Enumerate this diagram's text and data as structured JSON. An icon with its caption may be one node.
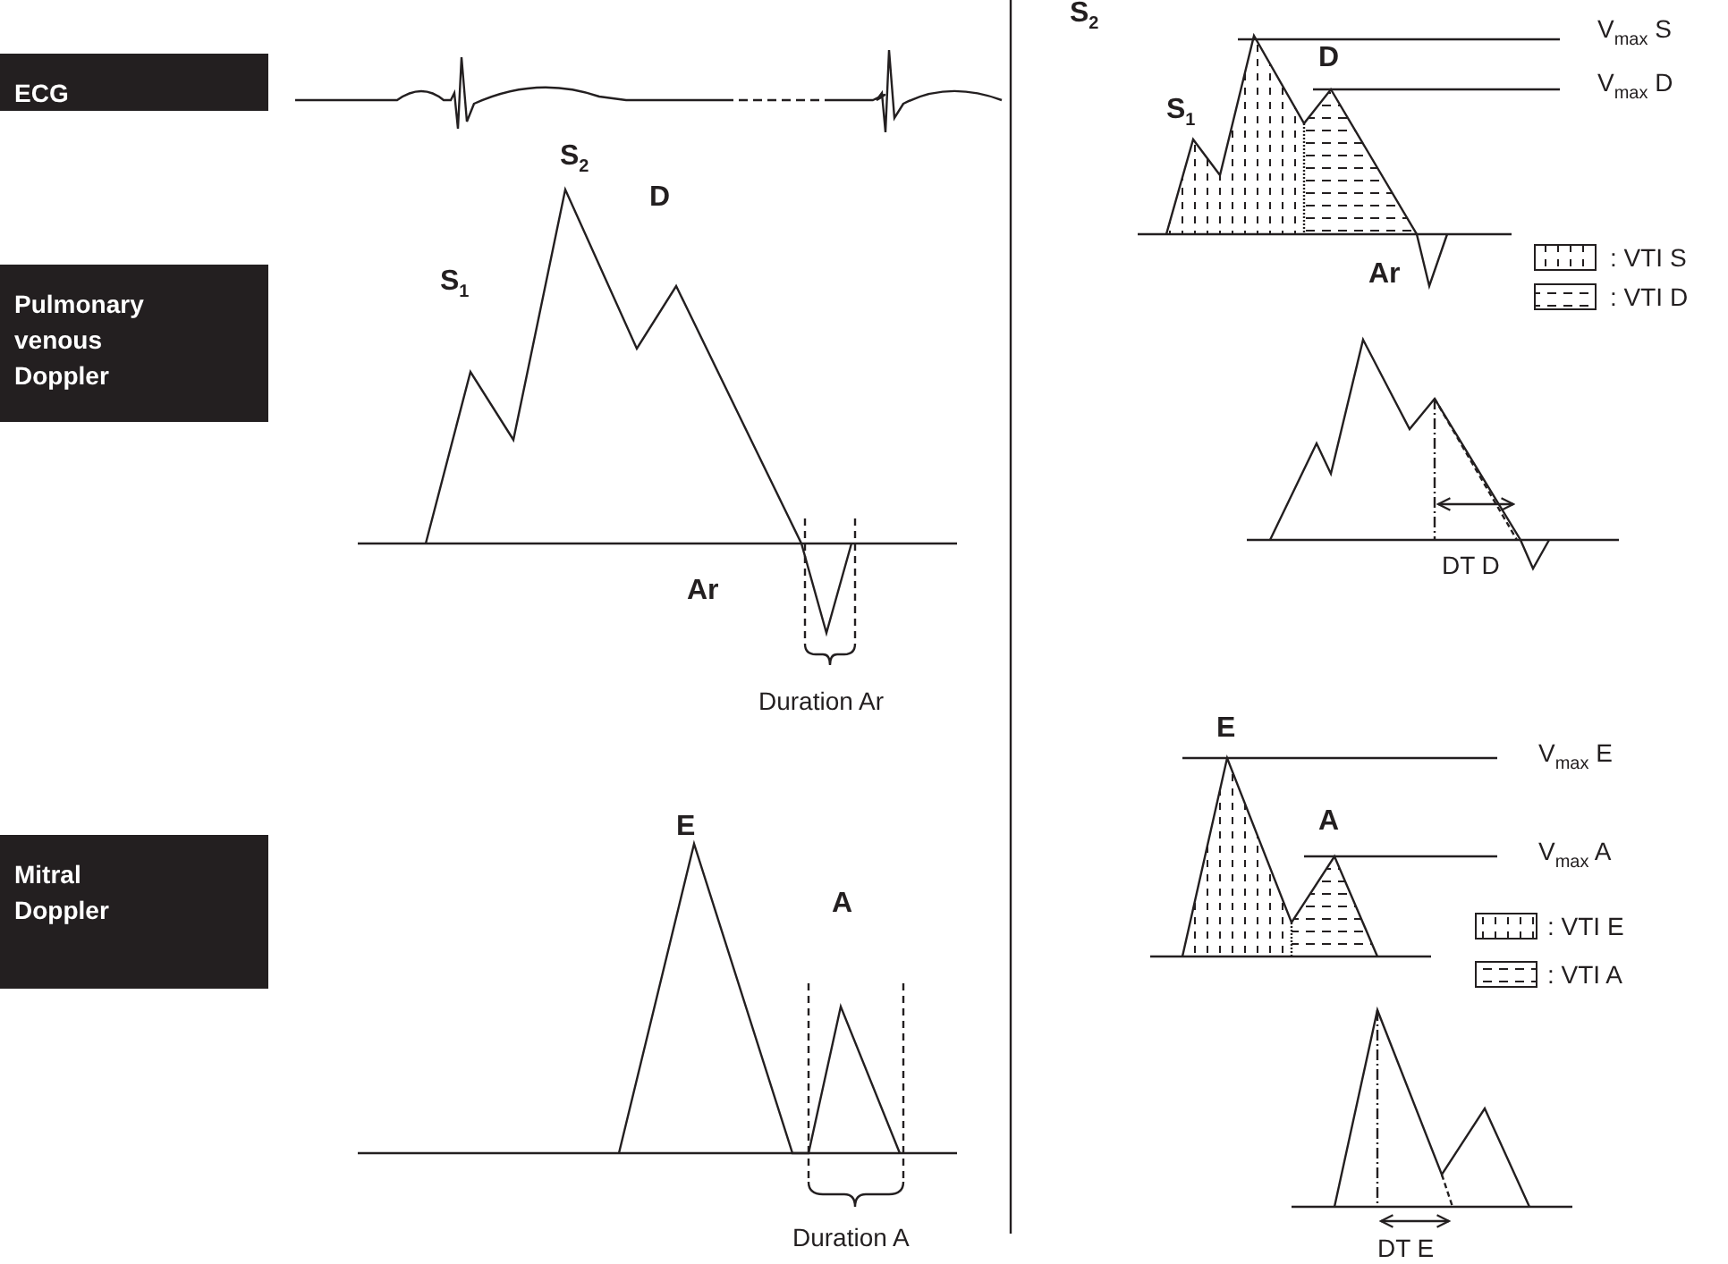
{
  "diagram": {
    "nodes": [
      {
        "text": [
          "ECG"
        ]
      },
      {
        "text": [
          "Pulmonary venous Doppler"
        ]
      },
      {
        "text": [
          "Mitral Doppler"
        ]
      }
    ],
    "labels": [
      "S$_{2}$",
      "V$_{max}$ S",
      "D",
      "V$_{max}$ D",
      "S$_{1}$",
      "S$_{2}$",
      "D",
      "S$_{1}$",
      "Ar",
      "Ar",
      "DT D",
      "Duration Ar",
      "E",
      "V$_{max}$ E",
      "A",
      "V$_{max}$ A",
      "E",
      "A",
      "Duration A",
      "DT E"
    ],
    "legend": [
      {
        "text": ": VTI S"
      },
      {
        "text": ": VTI D"
      },
      {
        "text": ": VTI E"
      },
      {
        "text": ": VTI A"
      }
    ]
  }
}
